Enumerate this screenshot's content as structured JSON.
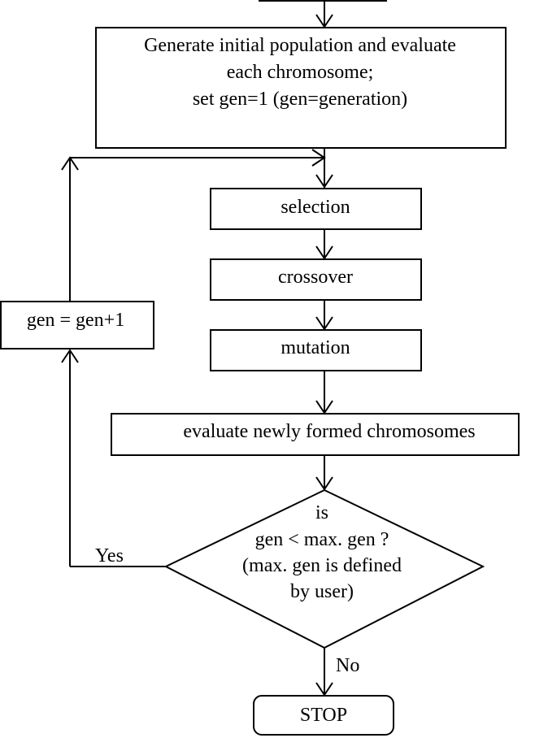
{
  "nodes": {
    "initialize": {
      "line1": "Generate initial population and evaluate",
      "line2": "each chromosome;",
      "line3": "set gen=1 (gen=generation)"
    },
    "selection": "selection",
    "crossover": "crossover",
    "mutation": "mutation",
    "evaluate": "evaluate newly formed chromosomes",
    "increment": "gen = gen+1",
    "decision": {
      "line1": "is",
      "line2": "gen < max. gen ?",
      "line3": "(max. gen is defined",
      "line4": "by user)"
    },
    "stop": "STOP"
  },
  "edges": {
    "yes_label": "Yes",
    "no_label": "No"
  }
}
